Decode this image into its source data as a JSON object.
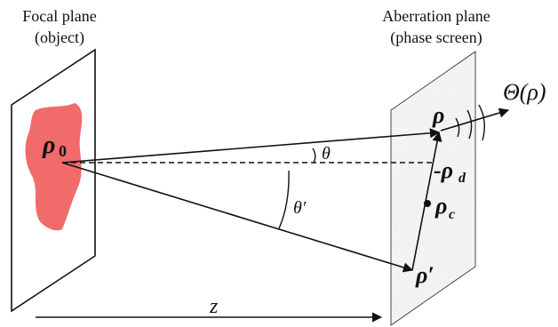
{
  "labels": {
    "focal_plane_line1": "Focal plane",
    "focal_plane_line2": "(object)",
    "aberration_plane_line1": "Aberration plane",
    "aberration_plane_line2": "(phase screen)",
    "theta_rho": "Θ(ρ)",
    "rho0_base": "ρ",
    "rho0_sub": "0",
    "rho": "ρ",
    "rho_prime": "ρ′",
    "rho_d": "-ρ",
    "rho_d_sub": "d",
    "rho_c": "ρ",
    "rho_c_sub": "c",
    "theta": "θ",
    "theta_prime": "θ′",
    "z": "z"
  },
  "colors": {
    "object_fill": "#f26b6b",
    "screen_fill": "#d8d8d8",
    "line": "#111111"
  }
}
